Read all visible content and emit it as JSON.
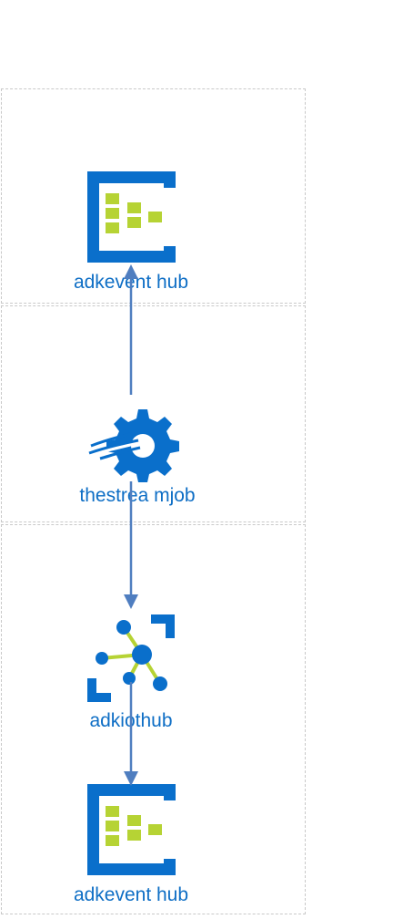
{
  "diagram": {
    "nodes": [
      {
        "id": "eventhub-top",
        "label": "adkevent hub",
        "icon": "event-hub-icon"
      },
      {
        "id": "stream-job",
        "label": "thestrea mjob",
        "icon": "stream-analytics-icon"
      },
      {
        "id": "iot-hub",
        "label": "adkiothub",
        "icon": "iot-hub-icon"
      },
      {
        "id": "eventhub-bottom",
        "label": "adkevent hub",
        "icon": "event-hub-icon"
      }
    ],
    "edges": [
      {
        "from": "stream-job",
        "to": "eventhub-top"
      },
      {
        "from": "stream-job",
        "to": "iot-hub"
      },
      {
        "from": "iot-hub",
        "to": "eventhub-bottom"
      }
    ],
    "colors": {
      "primary_blue": "#0e6ec5",
      "icon_blue": "#0a6fcb",
      "icon_green": "#b6d334",
      "connector": "#4f7ec0",
      "group_border": "#c9c9c9"
    }
  }
}
